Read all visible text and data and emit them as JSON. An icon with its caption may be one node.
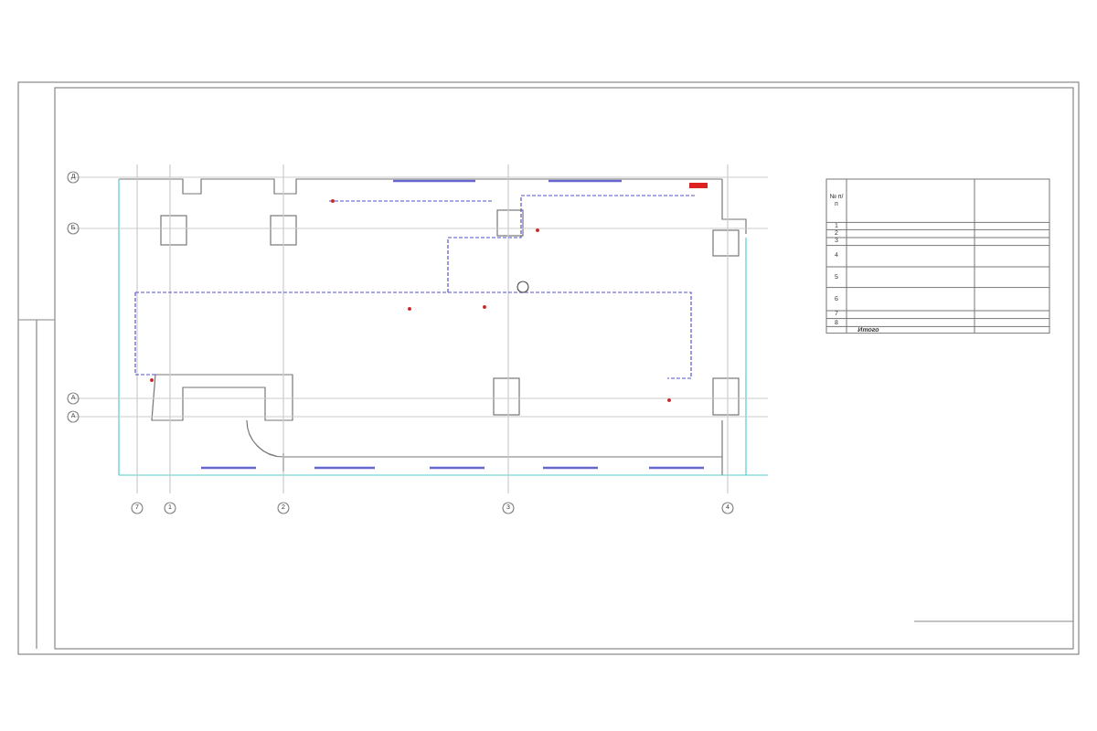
{
  "diagram": {
    "labels": [
      "№ п/п",
      "1",
      "2",
      "3",
      "4",
      "5",
      "6",
      "7",
      "8",
      "Итого",
      "Д",
      "Б",
      "А",
      "А",
      "7",
      "1",
      "2",
      "3",
      "4"
    ]
  }
}
